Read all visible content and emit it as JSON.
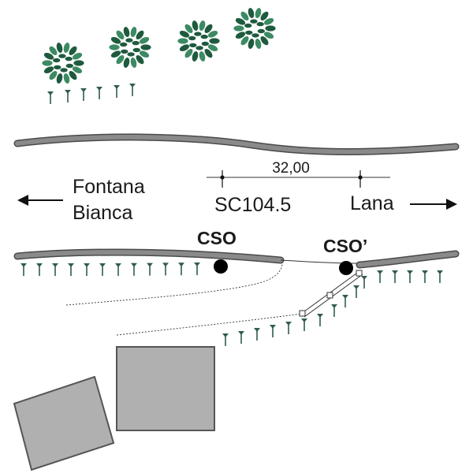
{
  "colors": {
    "road": "#7f7f7f",
    "road_edge": "#4a4a4a",
    "tree_dark": "#1f5a3e",
    "tree_mid": "#3c8a63",
    "embankment_tick": "#2f5d4c",
    "building_fill": "#b0b0b0",
    "building_stroke": "#555555",
    "marker": "#000000"
  },
  "labels": {
    "direction_left_line1": "Fontana",
    "direction_left_line2": "Bianca",
    "direction_right": "Lana",
    "station": "SC104.5",
    "distance": "32,00",
    "cso_1": "CSO",
    "cso_2": "CSO’"
  },
  "icons": {
    "tree": "tree-canopy-icon",
    "arrow_left": "arrow-left-icon",
    "arrow_right": "arrow-right-icon",
    "marker": "cso-marker-icon",
    "building": "building-icon"
  }
}
